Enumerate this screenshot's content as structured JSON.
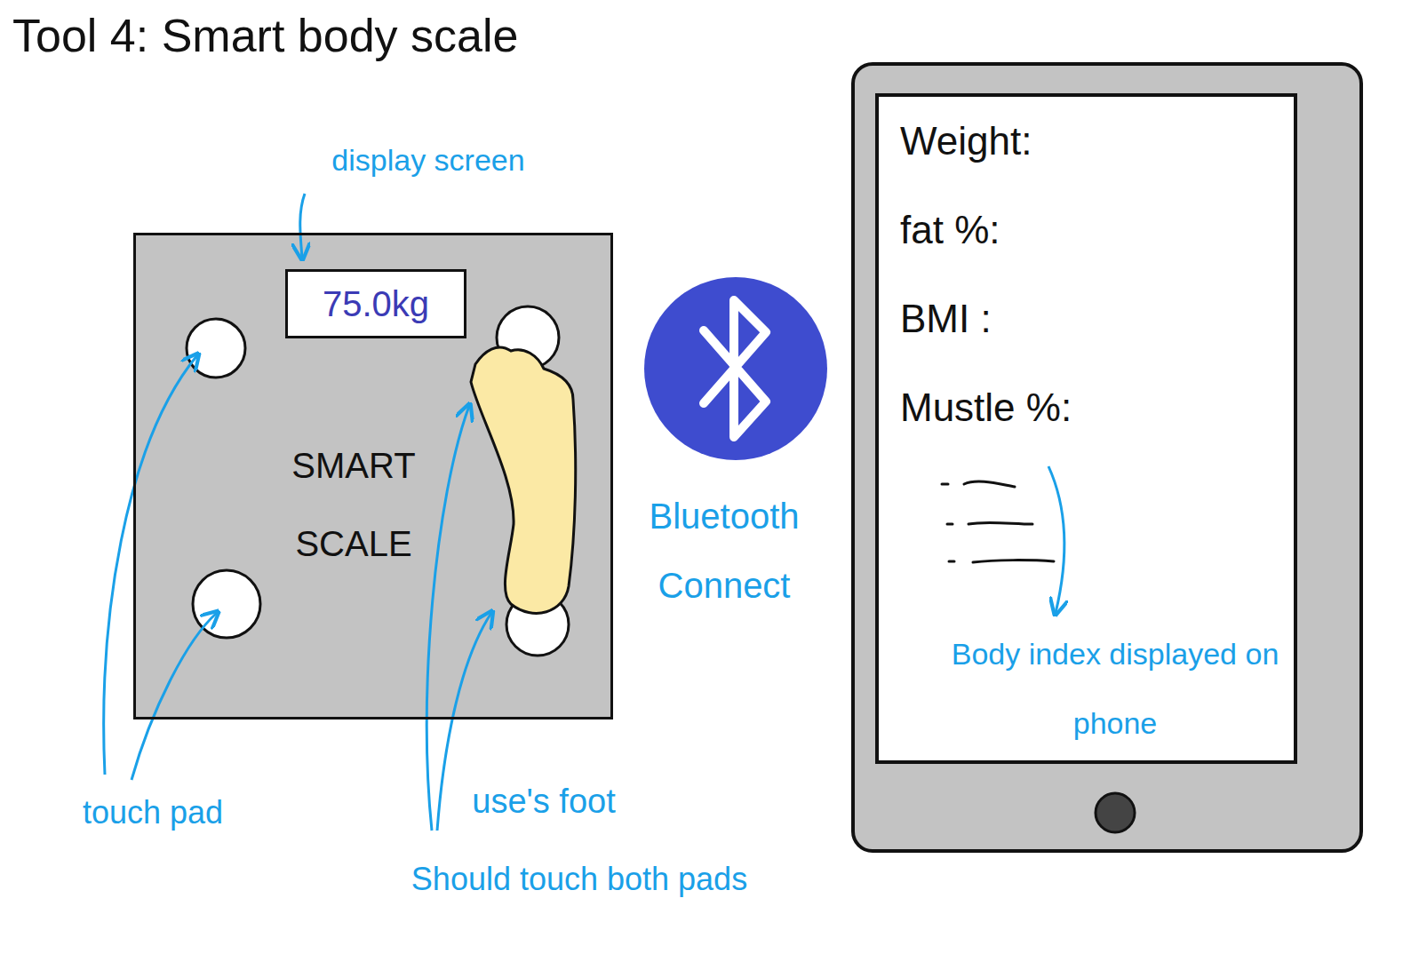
{
  "diagram": {
    "title": "Tool 4: Smart body scale",
    "nodes": [
      {
        "text": [
          "SMART SCALE"
        ]
      },
      {
        "text": [
          "75.0kg"
        ],
        "in": 0
      },
      {
        "text": [
          "Weight:",
          "fat %:",
          "BMI :",
          "Mustle %:"
        ]
      }
    ],
    "labels": [
      "display screen",
      "touch pad",
      "use's foot",
      "Should touch both pads",
      "Bluetooth Connect",
      "Body index displayed on phone"
    ]
  }
}
